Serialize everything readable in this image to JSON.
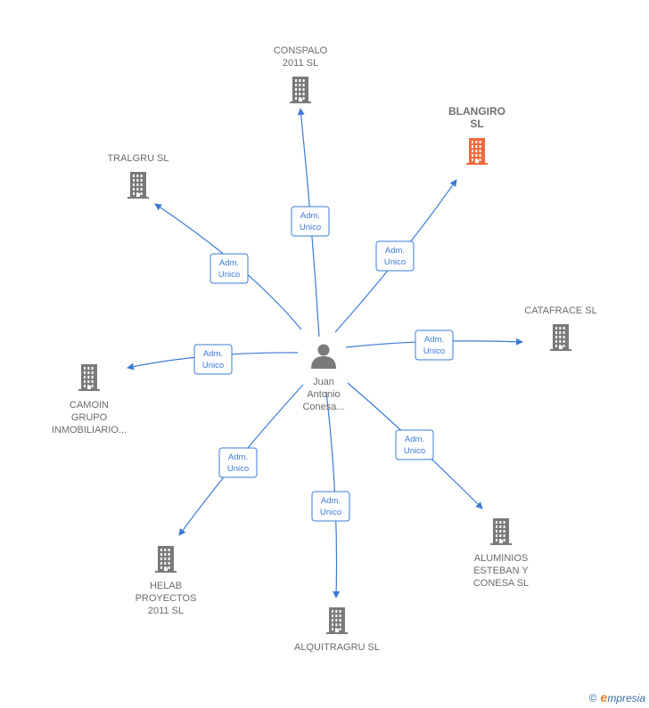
{
  "colors": {
    "edge": "#3a7bd5",
    "node": "#7a7a7a",
    "highlight": "#f06a3c",
    "person": "#7a7a7a"
  },
  "center": {
    "icon": "person-icon",
    "label": [
      "Juan",
      "Antonio",
      "Conesa..."
    ]
  },
  "relation_label": [
    "Adm.",
    "Unico"
  ],
  "companies": [
    {
      "id": "conspalo",
      "label": [
        "CONSPALO",
        "2011 SL"
      ],
      "highlight": false
    },
    {
      "id": "blangiro",
      "label": [
        "BLANGIRO",
        "SL"
      ],
      "highlight": true
    },
    {
      "id": "tralgru",
      "label": [
        "TRALGRU  SL"
      ],
      "highlight": false
    },
    {
      "id": "catafrace",
      "label": [
        "CATAFRACE SL"
      ],
      "highlight": false
    },
    {
      "id": "camoin",
      "label": [
        "CAMOIN",
        "GRUPO",
        "INMOBILIARIO..."
      ],
      "highlight": false
    },
    {
      "id": "aluminios",
      "label": [
        "ALUMINIOS",
        "ESTEBAN Y",
        "CONESA  SL"
      ],
      "highlight": false
    },
    {
      "id": "helab",
      "label": [
        "HELAB",
        "PROYECTOS",
        "2011 SL"
      ],
      "highlight": false
    },
    {
      "id": "alquitragru",
      "label": [
        "ALQUITRAGRU SL"
      ],
      "highlight": false
    }
  ],
  "brand": {
    "copyright": "©",
    "initial": "e",
    "rest": "mpresia"
  }
}
